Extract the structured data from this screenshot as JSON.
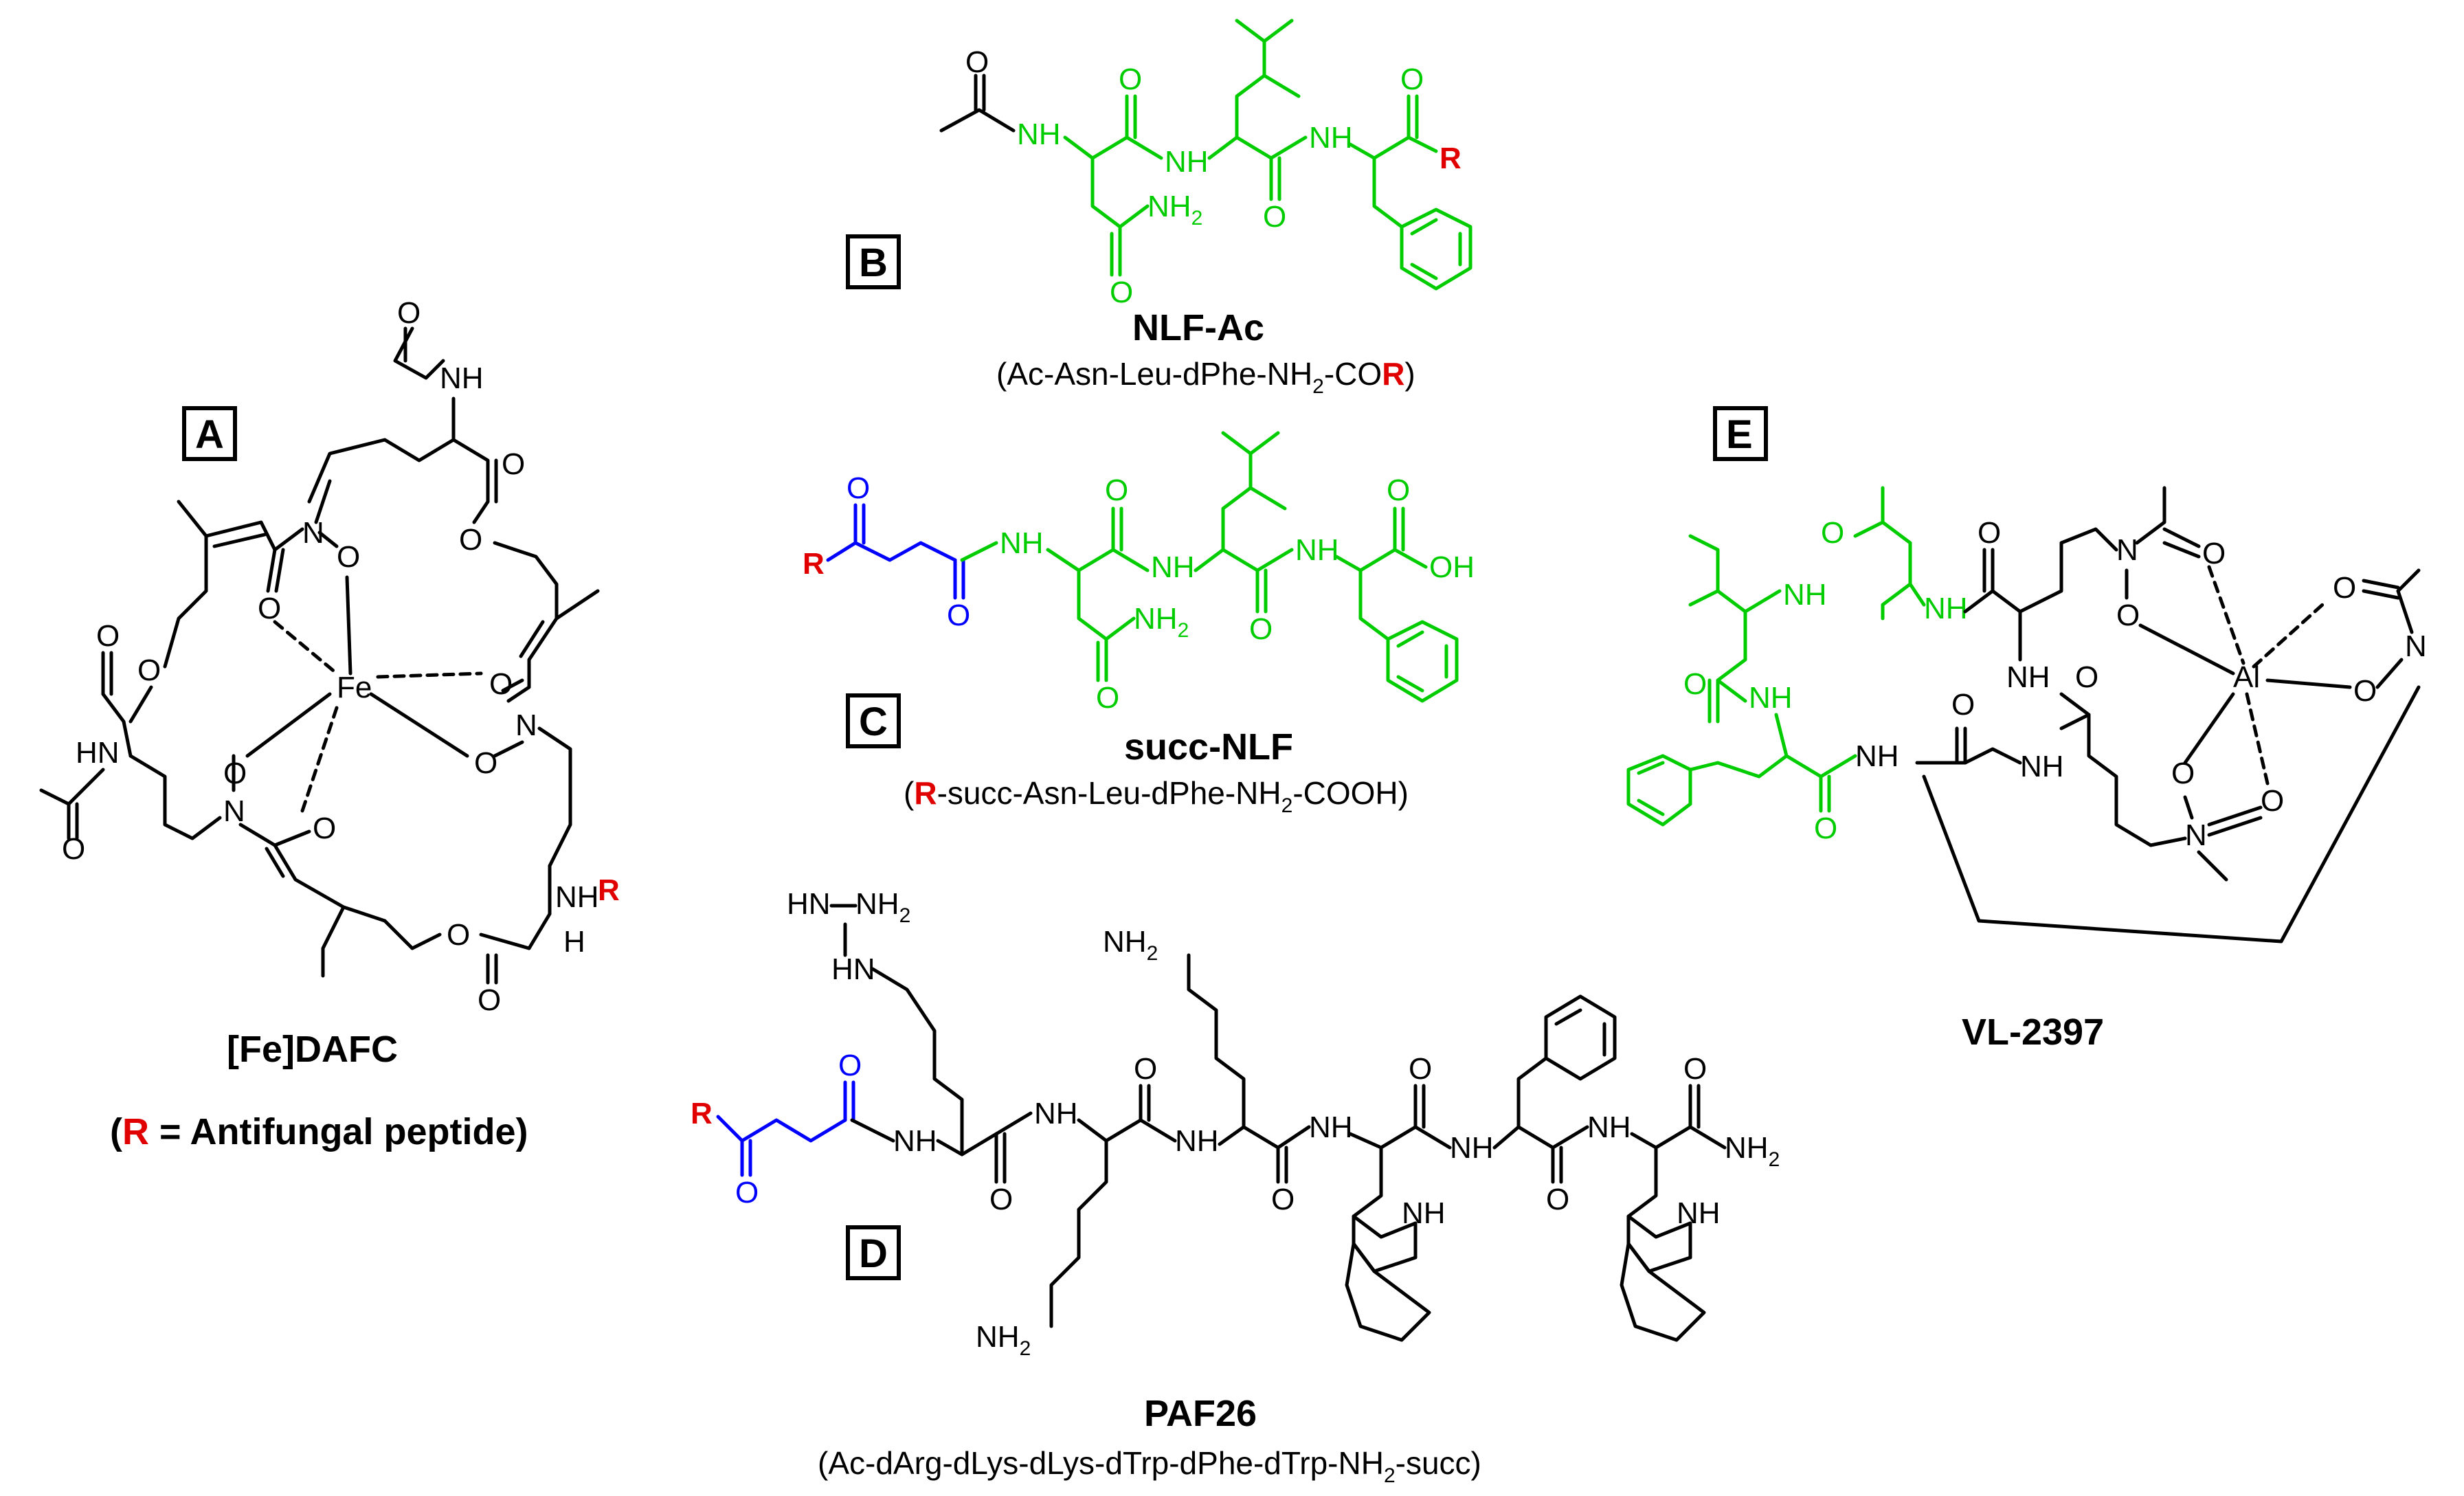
{
  "panels": {
    "A": {
      "label": "A",
      "name": "[Fe]DAFC",
      "note_r": "R",
      "note_rest": " = Antifungal peptide)",
      "note_open": "("
    },
    "B": {
      "label": "B",
      "name": "NLF-Ac",
      "seq_pre": "(Ac-Asn-Leu-dPhe-NH",
      "seq_sub": "2",
      "seq_mid": "-CO",
      "seq_r": "R",
      "seq_post": ")"
    },
    "C": {
      "label": "C",
      "name": "succ-NLF",
      "seq_open": "(",
      "seq_r": "R",
      "seq_pre": "-succ-Asn-Leu-dPhe-NH",
      "seq_sub": "2",
      "seq_post": "-COOH)"
    },
    "D": {
      "label": "D",
      "name": "PAF26",
      "seq_pre": "(Ac-dArg-dLys-dLys-dTrp-dPhe-dTrp-NH",
      "seq_sub": "2",
      "seq_post": "-succ)"
    },
    "E": {
      "label": "E",
      "name": "VL-2397"
    }
  },
  "atoms": {
    "fe": "Fe",
    "al": "Al",
    "n": "N",
    "o": "O",
    "nh": "NH",
    "h": "H",
    "oh": "OH",
    "nh2": "NH",
    "two": "2",
    "r": "R",
    "hn": "HN",
    "n_o": "N-O",
    "o_n": "O-N"
  },
  "colors": {
    "peptide": "#00cc00",
    "succinyl": "#0000ff",
    "r_group": "#e00000",
    "bond": "#000000"
  }
}
